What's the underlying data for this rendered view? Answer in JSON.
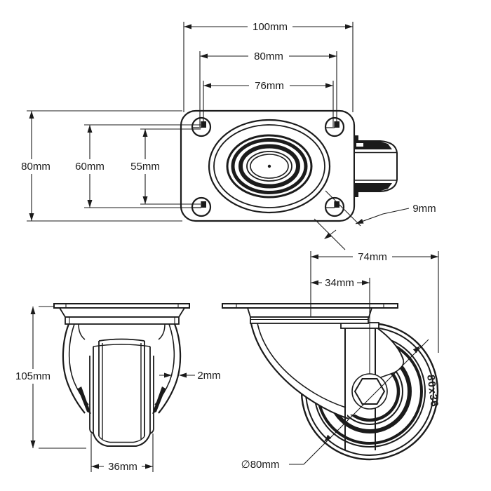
{
  "drawing": {
    "background": "#ffffff",
    "line_color": "#1b1b1b",
    "views": {
      "top": "top-plate-view",
      "front": "front-view",
      "side": "side-view"
    },
    "dimensions": {
      "plate_length": "100mm",
      "bolt_pitch_length_outer": "80mm",
      "bolt_pitch_length_inner": "76mm",
      "plate_width": "80mm",
      "bolt_pitch_width_outer": "60mm",
      "bolt_pitch_width_inner": "55mm",
      "bolt_hole": "9mm",
      "overall_height": "105mm",
      "wheel_width": "36mm",
      "bracket_thickness": "2mm",
      "swivel_lead_total": "74mm",
      "swivel_lead": "34mm",
      "wheel_diameter": "∅80mm"
    },
    "wheel_marking": "80x36"
  }
}
